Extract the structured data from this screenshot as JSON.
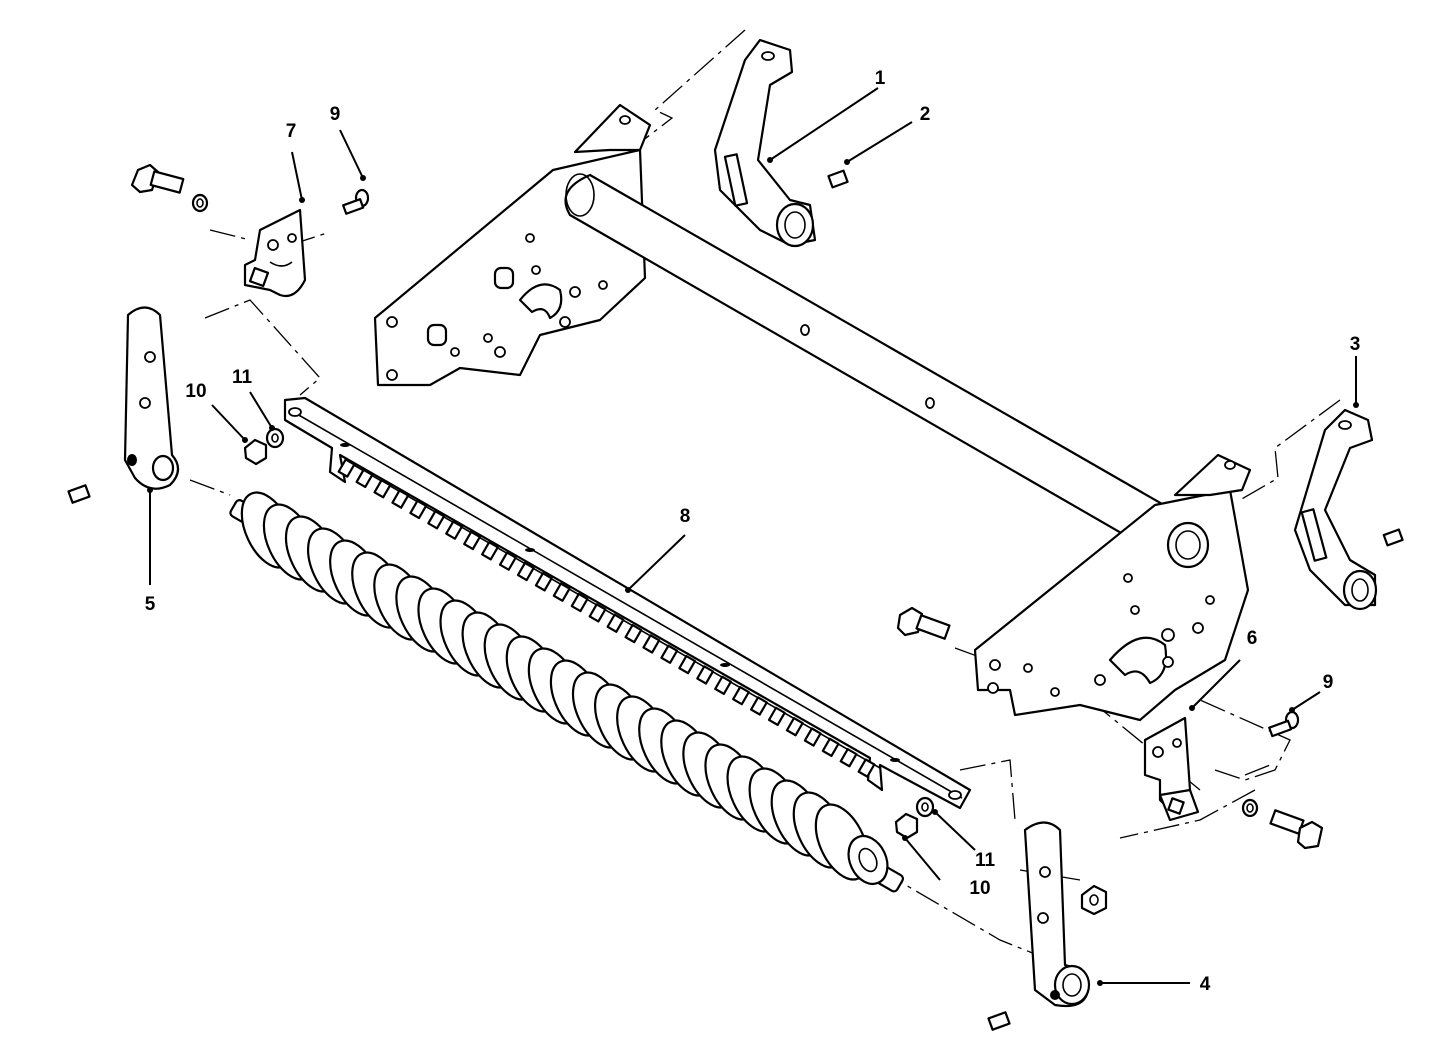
{
  "callouts": [
    {
      "id": "c1",
      "label": "1"
    },
    {
      "id": "c2",
      "label": "2"
    },
    {
      "id": "c3",
      "label": "3"
    },
    {
      "id": "c4",
      "label": "4"
    },
    {
      "id": "c5",
      "label": "5"
    },
    {
      "id": "c6",
      "label": "6"
    },
    {
      "id": "c7",
      "label": "7"
    },
    {
      "id": "c8",
      "label": "8"
    },
    {
      "id": "c9a",
      "label": "9"
    },
    {
      "id": "c9b",
      "label": "9"
    },
    {
      "id": "c10a",
      "label": "10"
    },
    {
      "id": "c10b",
      "label": "10"
    },
    {
      "id": "c11a",
      "label": "11"
    },
    {
      "id": "c11b",
      "label": "11"
    }
  ],
  "colors": {
    "ink": "#000000",
    "paper": "#ffffff"
  }
}
